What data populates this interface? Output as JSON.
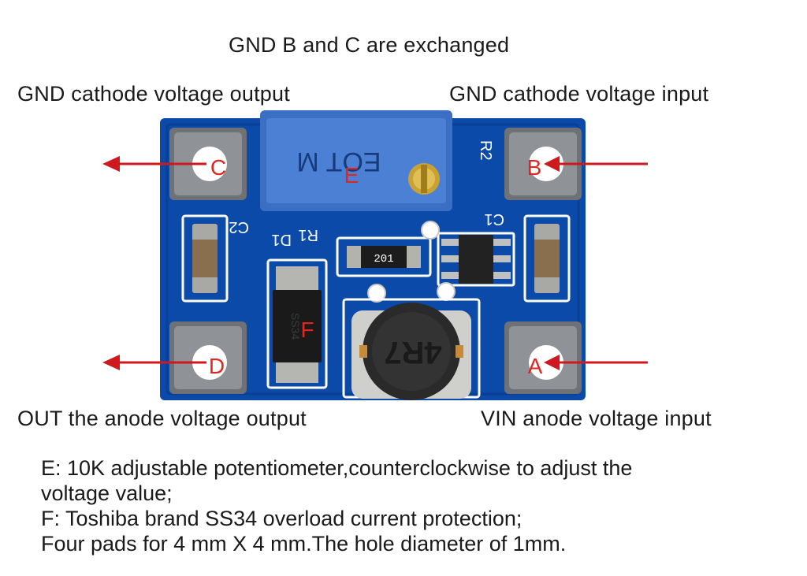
{
  "title": "GND B and C are exchanged",
  "labels": {
    "top_left": "GND cathode voltage output",
    "top_right": "GND cathode voltage input",
    "bottom_left": "OUT the anode voltage output",
    "bottom_right": "VIN anode voltage input"
  },
  "pads": {
    "a": "A",
    "b": "B",
    "c": "C",
    "d": "D"
  },
  "markers": {
    "e": "E",
    "f": "F"
  },
  "silkscreen": {
    "r2": "R2",
    "c1": "C1",
    "c2": "C2",
    "r1": "R1",
    "d1": "D1"
  },
  "components": {
    "potentiometer_text": "EOT M",
    "resistor_code": "201",
    "diode_text": "SS34",
    "inductor_text": "4R7"
  },
  "notes": [
    "E: 10K adjustable potentiometer,counterclockwise to adjust the",
    "voltage value;",
    "F: Toshiba brand SS34 overload current protection;",
    "Four pads for 4 mm X 4 mm.The hole diameter of 1mm."
  ],
  "colors": {
    "board": "#0b4aa8",
    "pad": "#8b8f94",
    "arrow": "#d0191e",
    "marker": "#e0261f"
  }
}
